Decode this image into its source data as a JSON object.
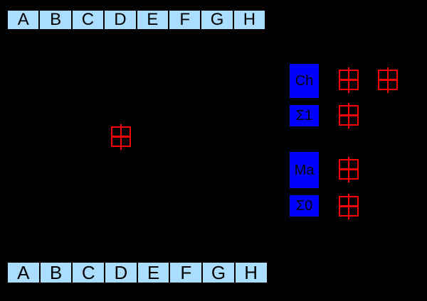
{
  "colors": {
    "background": "#000000",
    "register_fill": "#aaddff",
    "register_border": "#000000",
    "register_text": "#000000",
    "function_fill": "#0000ff",
    "function_text": "#000000",
    "adder": "#ff0000"
  },
  "top_row": {
    "cells": [
      "A",
      "B",
      "C",
      "D",
      "E",
      "F",
      "G",
      "H"
    ]
  },
  "bottom_row": {
    "cells": [
      "A",
      "B",
      "C",
      "D",
      "E",
      "F",
      "G",
      "H"
    ]
  },
  "functions": [
    {
      "label": "Ch"
    },
    {
      "label": "Σ1"
    },
    {
      "label": "Ma"
    },
    {
      "label": "Σ0"
    }
  ],
  "icons": {
    "mod_add_symbol": "⊞"
  }
}
